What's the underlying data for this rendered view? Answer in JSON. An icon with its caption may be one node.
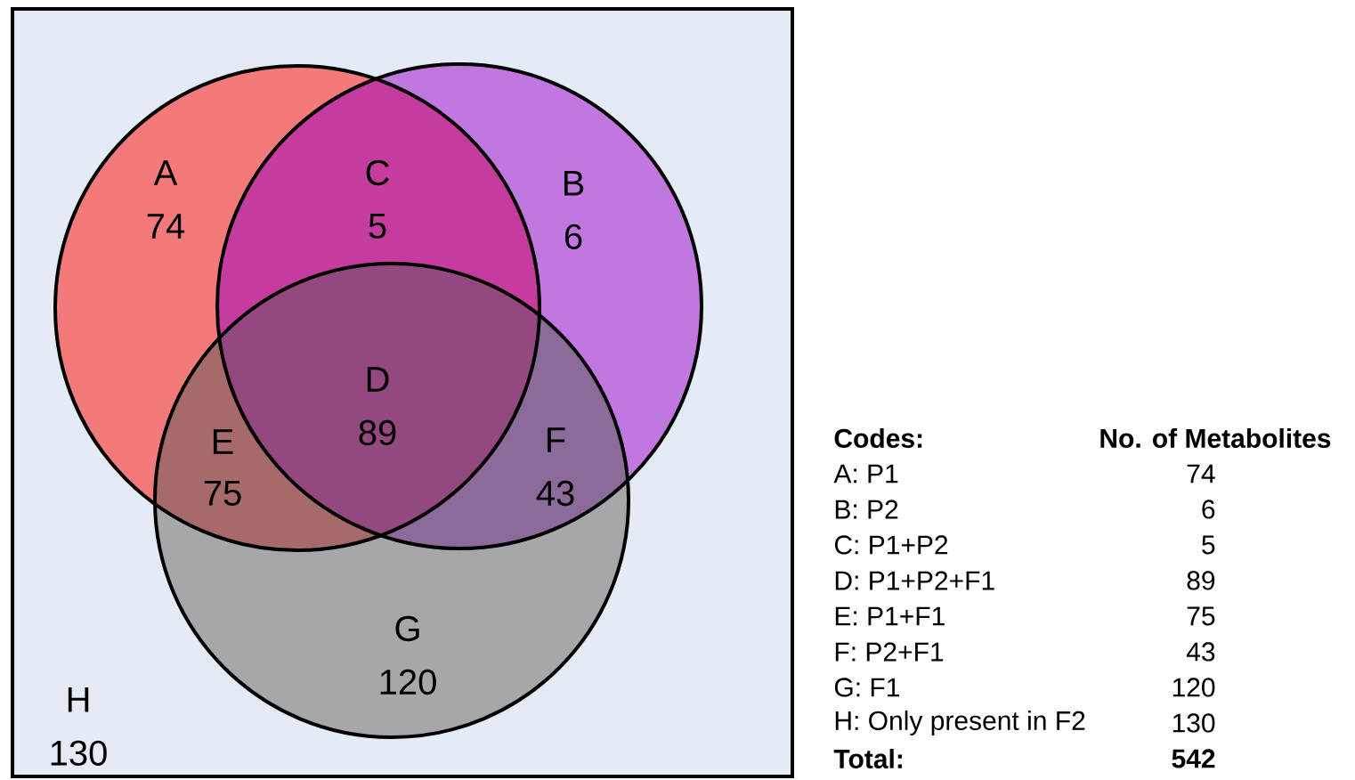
{
  "diagram": {
    "nodes": [
      {
        "text": [
          "H",
          "130"
        ]
      },
      {
        "text": [
          "A",
          "74"
        ],
        "in": 0
      },
      {
        "text": [
          "B",
          "6"
        ],
        "in": 0
      },
      {
        "text": [
          "G",
          "120"
        ],
        "in": 0
      }
    ],
    "labels": [
      "C",
      "5",
      "D",
      "E",
      "89",
      "F",
      "75",
      "43",
      "Codes:",
      "No. of Metabolites",
      "A: P1",
      "74",
      "B: P2",
      "6",
      "C: P1+P2",
      "5",
      "D: P1+P2+F1",
      "89",
      "E: P1+F1",
      "75",
      "F: P2+F1",
      "43",
      "G: F1",
      "120",
      "H: Only present in F2",
      "130",
      "Total:",
      "542"
    ]
  }
}
